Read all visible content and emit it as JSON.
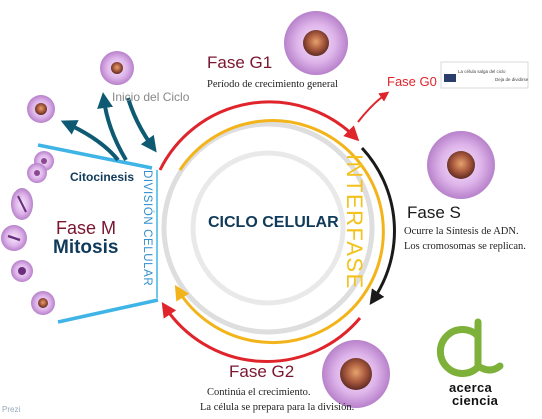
{
  "center_label": "CICLO CELULAR",
  "arc_labels": {
    "interfase": "INTERFASE",
    "division_celular": "DIVISIÓN CELULAR"
  },
  "phases": {
    "g1": {
      "title": "Fase G1",
      "desc": "Período de crecimiento general"
    },
    "g0": {
      "title": "Fase G0",
      "note_line1": "La célula salga del ciclo",
      "note_line2": "Deja de dividirse"
    },
    "s": {
      "title": "Fase S",
      "desc_line1": "Ocurre la Síntesis de ADN.",
      "desc_line2": "Los cromosomas se replican."
    },
    "g2": {
      "title": "Fase G2",
      "desc_line1": "Continúa el crecimiento.",
      "desc_line2": "La célula se prepara para la división."
    },
    "m": {
      "title": "Fase M",
      "subtitle": "Mitosis"
    }
  },
  "labels": {
    "inicio_ciclo": "Inicio del Ciclo",
    "citocinesis": "Citocinesis",
    "prezi": "Prezi"
  },
  "logo": {
    "line1": "acerca",
    "line2": "ciencia"
  },
  "colors": {
    "arc_red": "#e0242b",
    "arc_yellow": "#f2b41a",
    "arc_black": "#1a1a1a",
    "arc_gray": "#dedede",
    "division_blue": "#3fb4e6",
    "arrow_teal": "#0e5a72",
    "center_text": "#0f3a5a",
    "interfase_text": "#f3c21c",
    "division_text": "#2f8fd0",
    "phase_title": "#7a1630",
    "g0_red": "#e0242b",
    "logo_green": "#7db13a",
    "cell_purple": "#c993d8"
  }
}
